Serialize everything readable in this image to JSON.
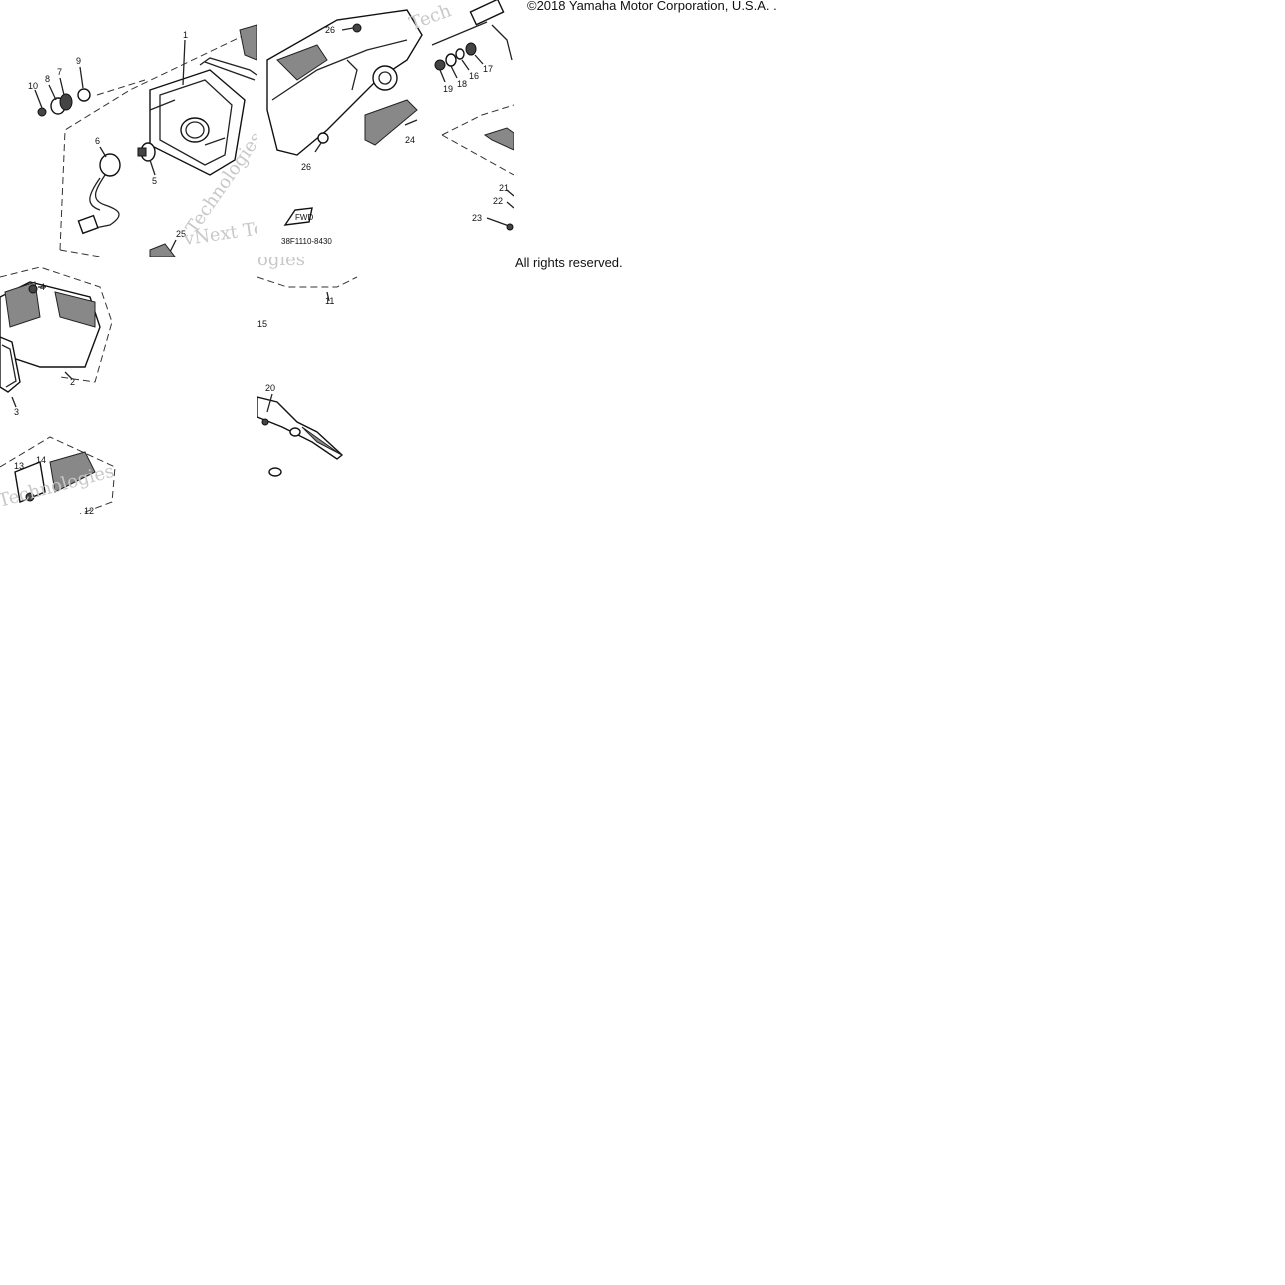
{
  "copyright": {
    "line1": "©2018 Yamaha Motor Corporation, U.S.A. .",
    "line2": "All rights reserved."
  },
  "watermark": {
    "text_a": "vNext Te",
    "text_b": "Technologies",
    "text_c": "Tech",
    "text_d": "ogies"
  },
  "diagram_code": "38F1110-8430",
  "fwd_label": "FWD",
  "callouts_left": [
    "10",
    "8",
    "7",
    "9",
    "1",
    "6",
    "5",
    "25"
  ],
  "callouts_right": [
    "26",
    "19",
    "18",
    "16",
    "17",
    "24",
    "26",
    "21",
    "22",
    "23"
  ],
  "callouts_lower_left": [
    "4",
    "2",
    "3",
    "14",
    "13",
    "12"
  ],
  "callouts_lower_right": [
    "11",
    "15",
    "20"
  ]
}
